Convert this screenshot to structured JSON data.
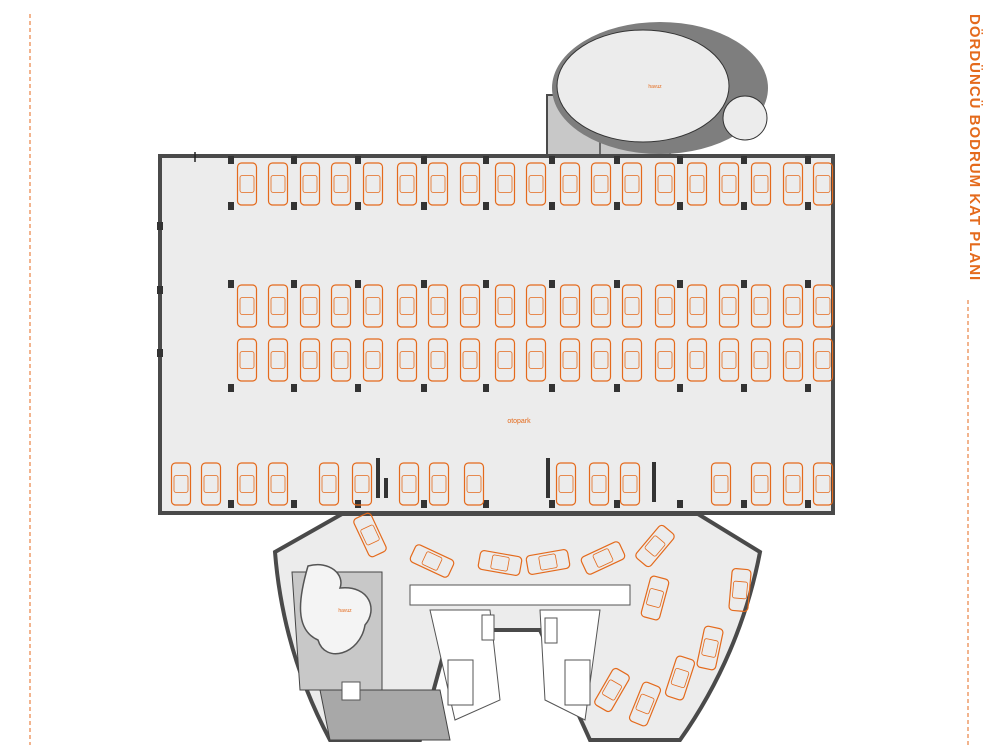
{
  "title": "DÖRDÜNCÜ BODRUM KAT PLANI",
  "labels": {
    "parking": "otopark",
    "pool_top": "havuz",
    "pool_left": "havuz"
  },
  "colors": {
    "accent": "#e46a1c",
    "wall": "#4a4a4a",
    "floor": "#ececec",
    "service": "#c8c8c8",
    "car": "#e46a1c"
  }
}
